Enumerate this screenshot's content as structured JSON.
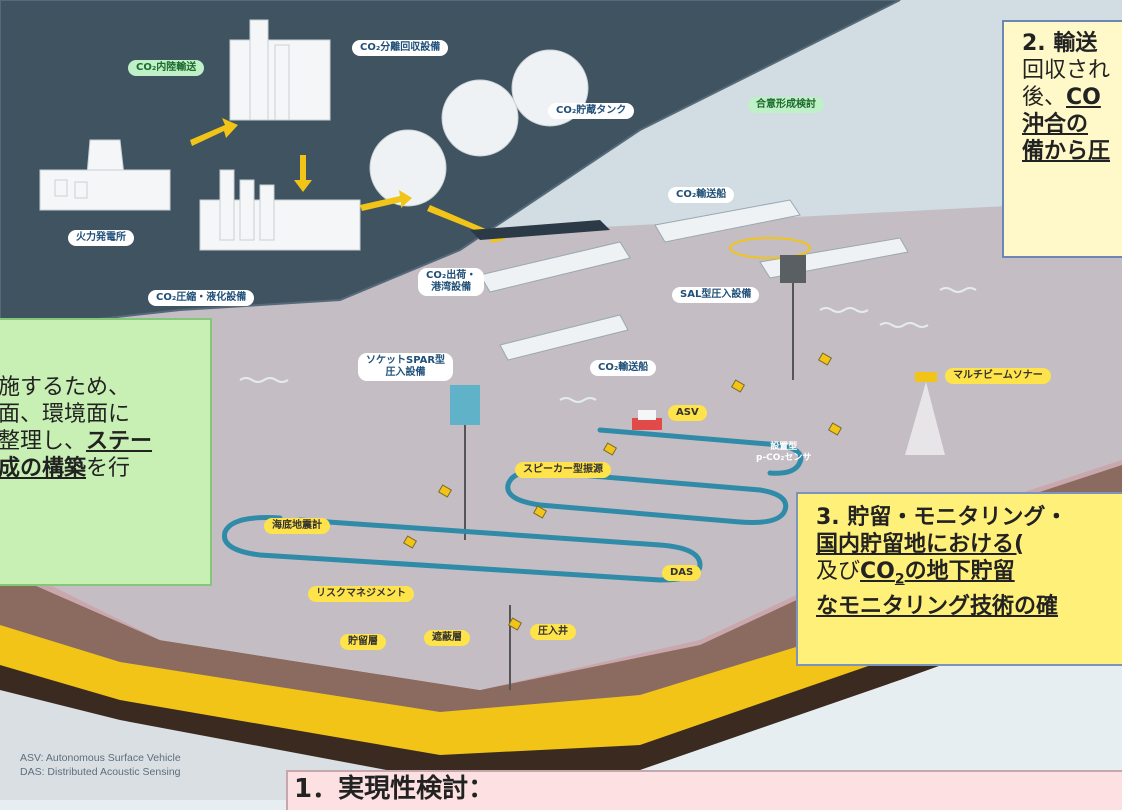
{
  "scene": {
    "facility_labels": {
      "inland_transport": "CO₂内陸輸送",
      "separation_recovery": "CO₂分離回収設備",
      "storage_tank": "CO₂貯蔵タンク",
      "power_plant": "火力発電所",
      "compression_liquefaction": "CO₂圧縮・液化設備",
      "consensus": "合意形成検討",
      "transport_ship_top": "CO₂輸送船",
      "shipping_port_line1": "CO₂出荷・",
      "shipping_port_line2": "港湾設備",
      "sal_injection": "SAL型圧入設備",
      "socket_spar_line1": "ソケットSPAR型",
      "socket_spar_line2": "圧入設備",
      "transport_ship_mid": "CO₂輸送船",
      "multibeam_sonar": "マルチビームソナー",
      "asv": "ASV",
      "pco2_sensor_line1": "設置型",
      "pco2_sensor_line2": "p-CO₂センサ",
      "speaker_source": "スピーカー型振源",
      "seafloor_seismometer": "海底地震計",
      "das": "DAS",
      "risk_management": "リスクマネジメント",
      "storage_layer": "貯留層",
      "cap_rock": "遮蔽層",
      "injection_well": "圧入井"
    },
    "glossary": {
      "asv": "ASV: Autonomous Surface Vehicle",
      "das": "DAS: Distributed Acoustic Sensing"
    }
  },
  "callouts": {
    "transport": {
      "number": "2.",
      "title": "輸送",
      "line2": "回収され",
      "line3_prefix": "後、",
      "line3_emph": "CO",
      "line4": "沖合の",
      "line5": "備から圧"
    },
    "left": {
      "line1": "施するため、",
      "line2": "面、環境面に",
      "line3_prefix": "整理し、",
      "line3_emph": "ステー",
      "line4_emph": "成の構築",
      "line4_suffix": "を行"
    },
    "storage": {
      "line1": "3. 貯留・モニタリング・",
      "line2": "国内貯留地における(",
      "line3_prefix": "及び",
      "line3_emph": "CO",
      "line3_sub": "2",
      "line3_emph2": "の地下貯留",
      "line4": "なモニタリング技術の確"
    },
    "feasibility": {
      "title": "1．実現性検討："
    }
  },
  "colors": {
    "land": "#3f5361",
    "sea_surface": "#b8c9d1",
    "seabed": "#c9a7ad",
    "reservoir": "#f2c418",
    "pipeline": "#2f8ba8",
    "callout_green": "#c8f0b4",
    "callout_yellow": "#fff07a",
    "callout_pink": "#fde0e1"
  }
}
